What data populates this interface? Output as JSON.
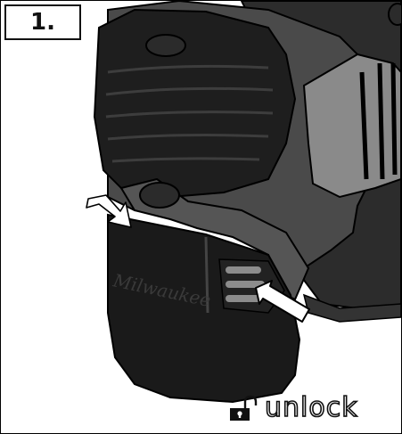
{
  "step": {
    "label": "1."
  },
  "status": {
    "text": "unlock",
    "icon": "unlocked-padlock-icon"
  },
  "product": {
    "brand_text": "Milwaukee"
  },
  "colors": {
    "housing_dark": "#1e1e1e",
    "housing_mid": "#3a3a3a",
    "grip_gray": "#5a5a5a",
    "outline": "#000000",
    "arrow_fill": "#ffffff"
  }
}
